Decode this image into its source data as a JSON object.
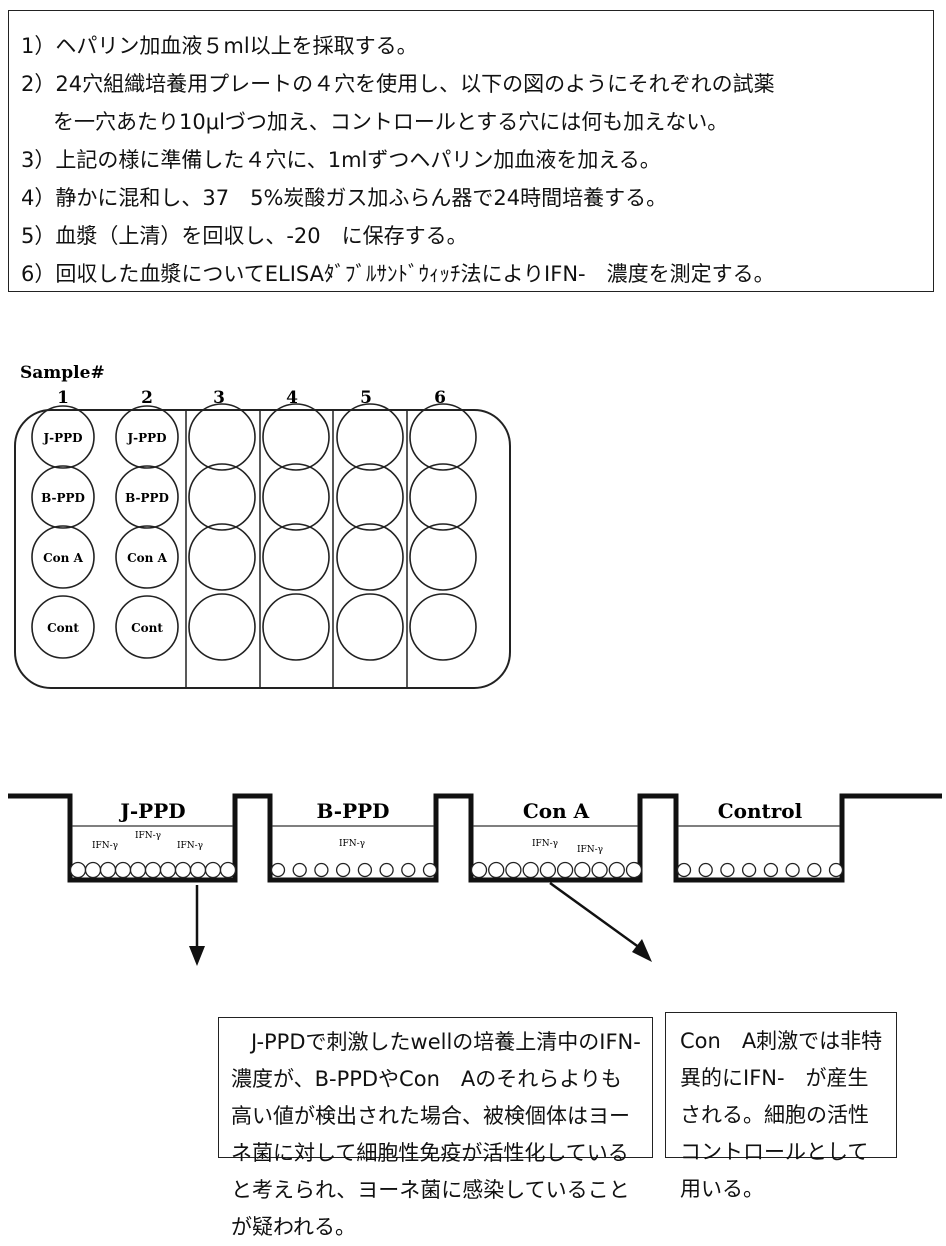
{
  "steps": [
    "1）ヘパリン加血液５ml以上を採取する。",
    "2）24穴組織培養用プレートの４穴を使用し、以下の図のようにそれぞれの試薬",
    "を一穴あたり10μlづつ加え、コントロールとする穴には何も加えない。",
    "3）上記の様に準備した４穴に、1mlずつヘパリン加血液を加える。",
    "4）静かに混和し、37　5%炭酸ガス加ふらん器で24時間培養する。",
    "5）血漿（上清）を回収し、-20　に保存する。",
    "6）回収した血漿についてELISAﾀﾞﾌﾞﾙｻﾝﾄﾞｳｨｯﾁ法によりIFN-　濃度を測定する。"
  ],
  "plate": {
    "sample_label": "Sample#",
    "columns": [
      "1",
      "2",
      "3",
      "4",
      "5",
      "6"
    ],
    "well_labels": [
      "J-PPD",
      "B-PPD",
      "Con A",
      "Cont"
    ]
  },
  "cross_section": {
    "wells": [
      "J-PPD",
      "B-PPD",
      "Con A",
      "Control"
    ],
    "ifn_label": "IFN-γ"
  },
  "notes": {
    "left": "J-PPDで刺激したwellの培養上清中のIFN-　濃度が、B-PPDやCon　Aのそれらよりも高い値が検出された場合、被検個体はヨーネ菌に対して細胞性免疫が活性化していると考えられ、ヨーネ菌に感染していることが疑われる。",
    "right": "Con　A刺激では非特異的にIFN-　が産生される。細胞の活性コントロールとして用いる。"
  }
}
